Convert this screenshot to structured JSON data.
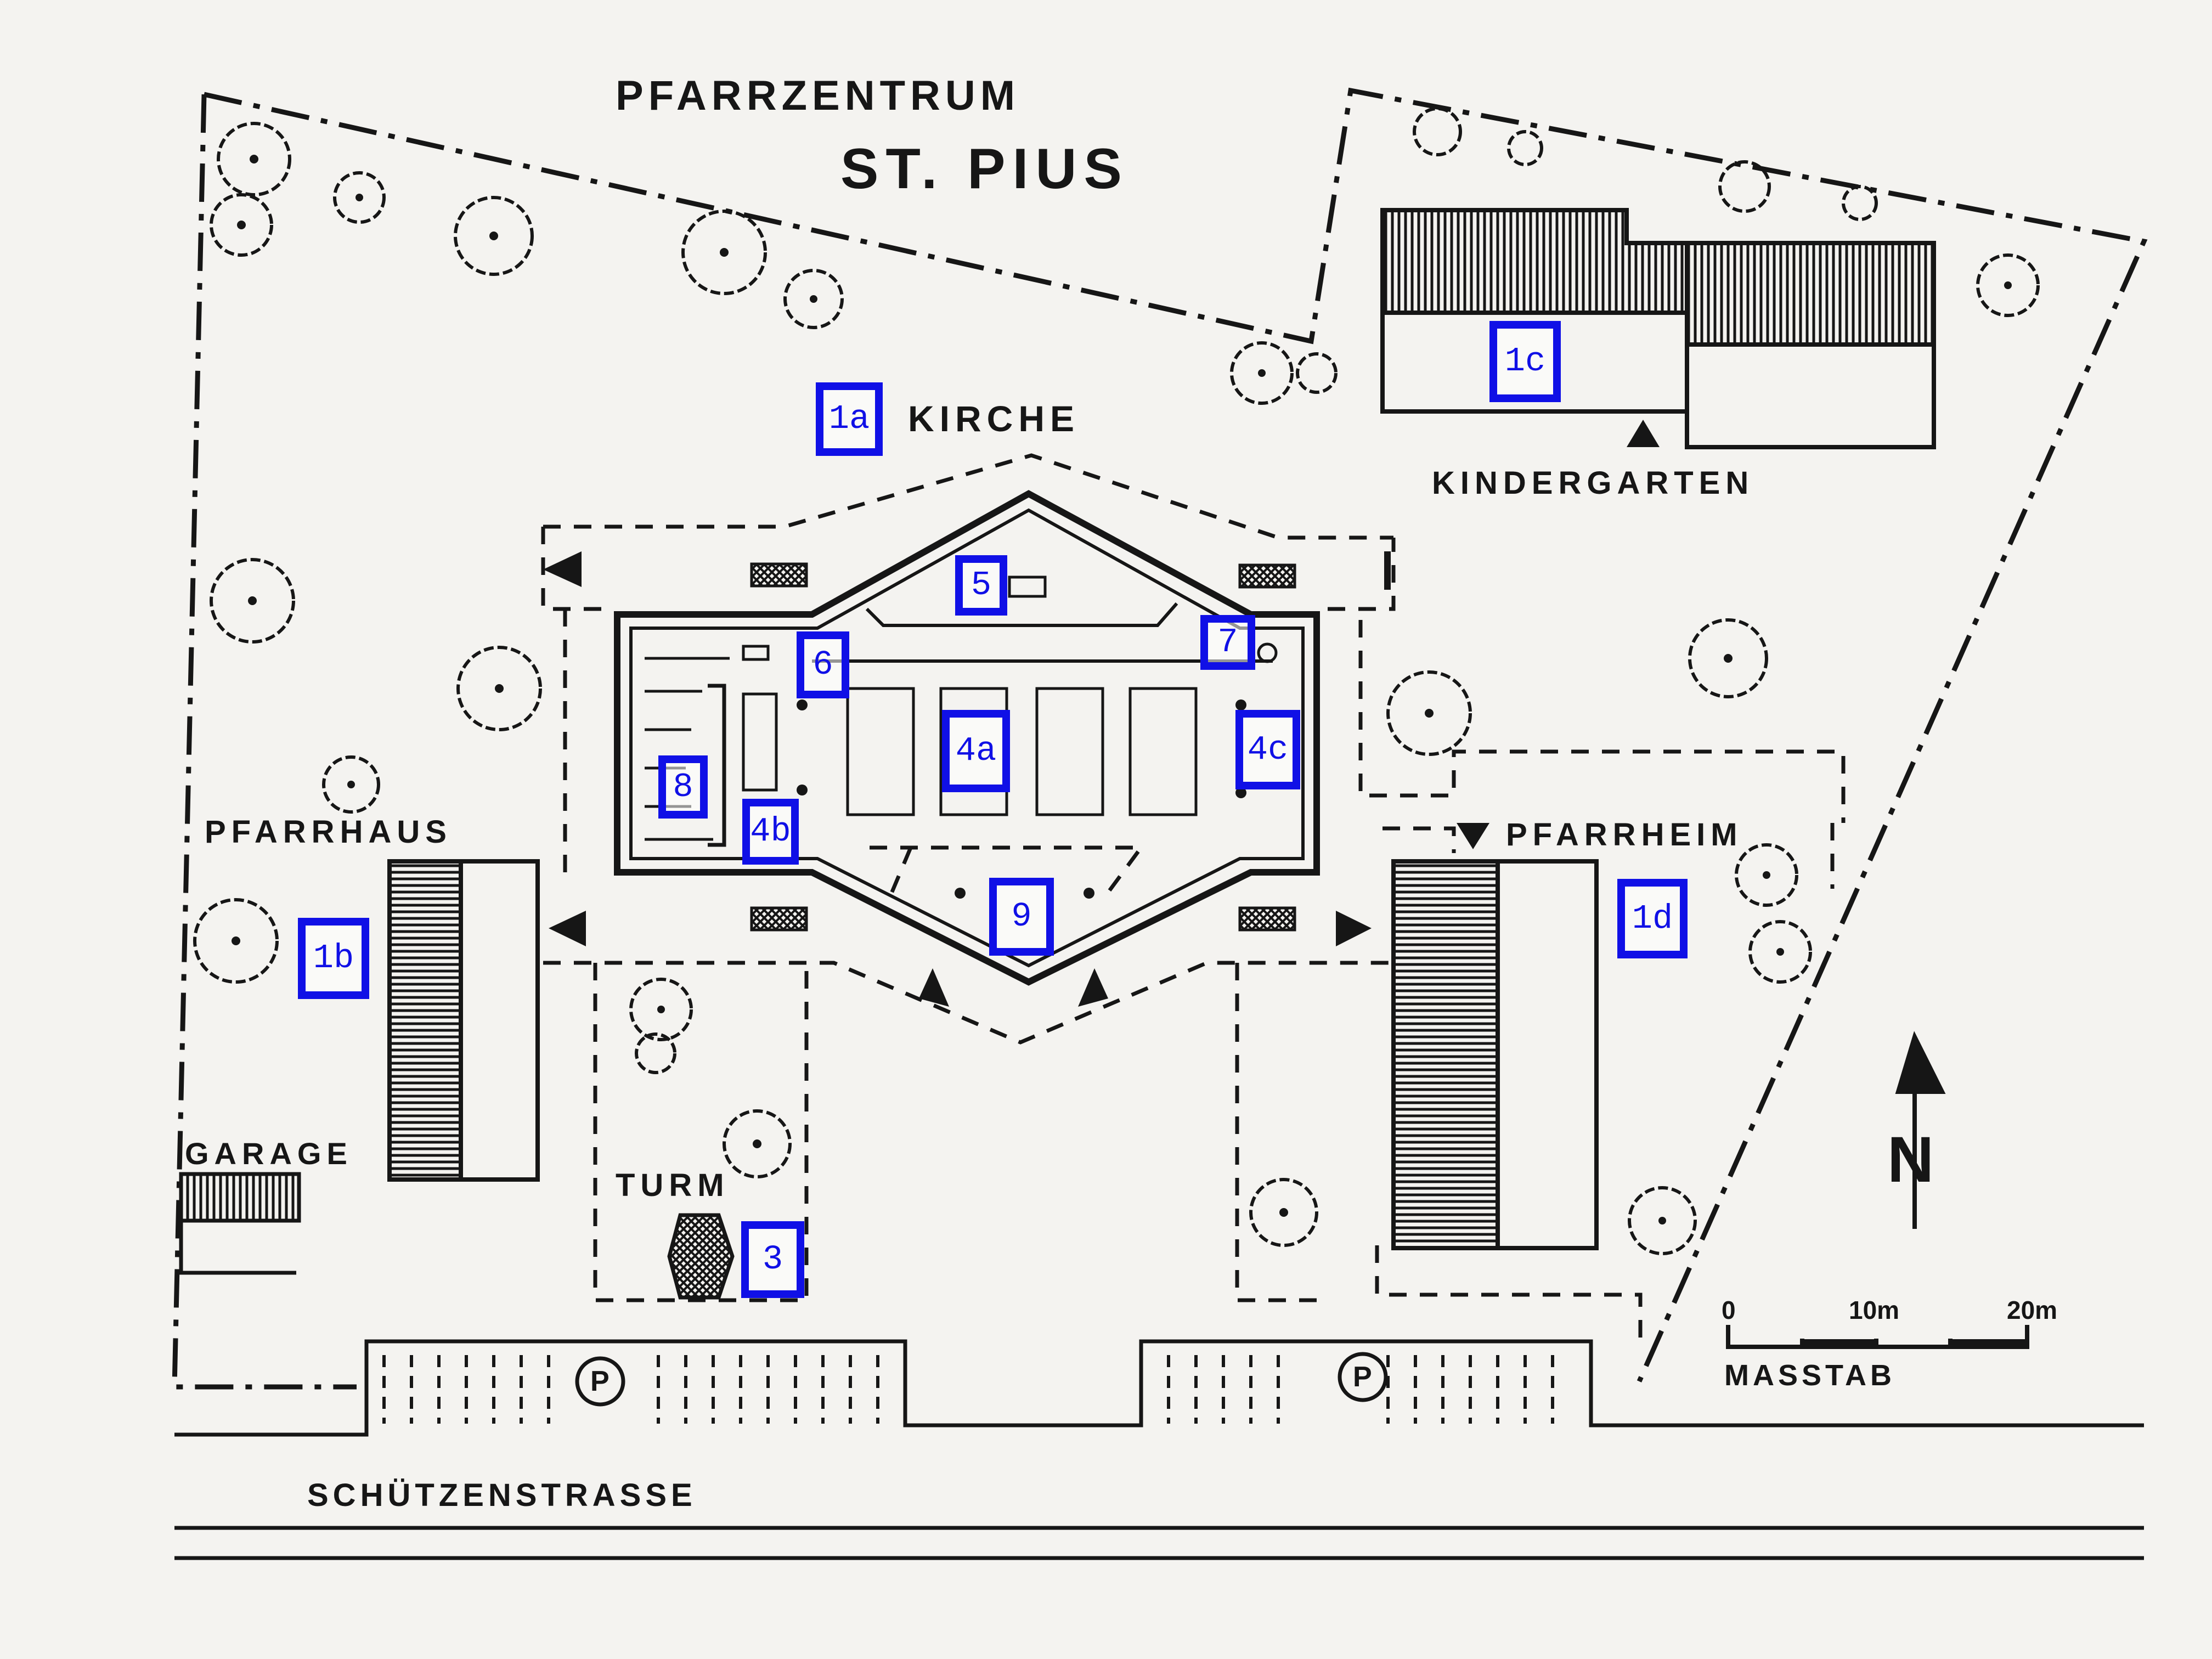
{
  "title": {
    "line1": "PFARRZENTRUM",
    "line2": "ST. PIUS"
  },
  "labels": {
    "kirche": "KIRCHE",
    "kindergarten": "KINDERGARTEN",
    "pfarrhaus": "PFARRHAUS",
    "pfarrheim": "PFARRHEIM",
    "garage": "GARAGE",
    "turm": "TURM",
    "street": "SCHÜTZENSTRASSE",
    "north": "N",
    "parking": "P"
  },
  "scale": {
    "caption": "MASSTAB",
    "ticks": [
      "0",
      "10m",
      "20m"
    ]
  },
  "markers": [
    "1a",
    "1b",
    "1c",
    "1d",
    "3",
    "4a",
    "4b",
    "4c",
    "5",
    "6",
    "7",
    "8",
    "9"
  ],
  "colors": {
    "ink": "#161616",
    "paper": "#f4f3f0",
    "marker": "#1010e6"
  }
}
